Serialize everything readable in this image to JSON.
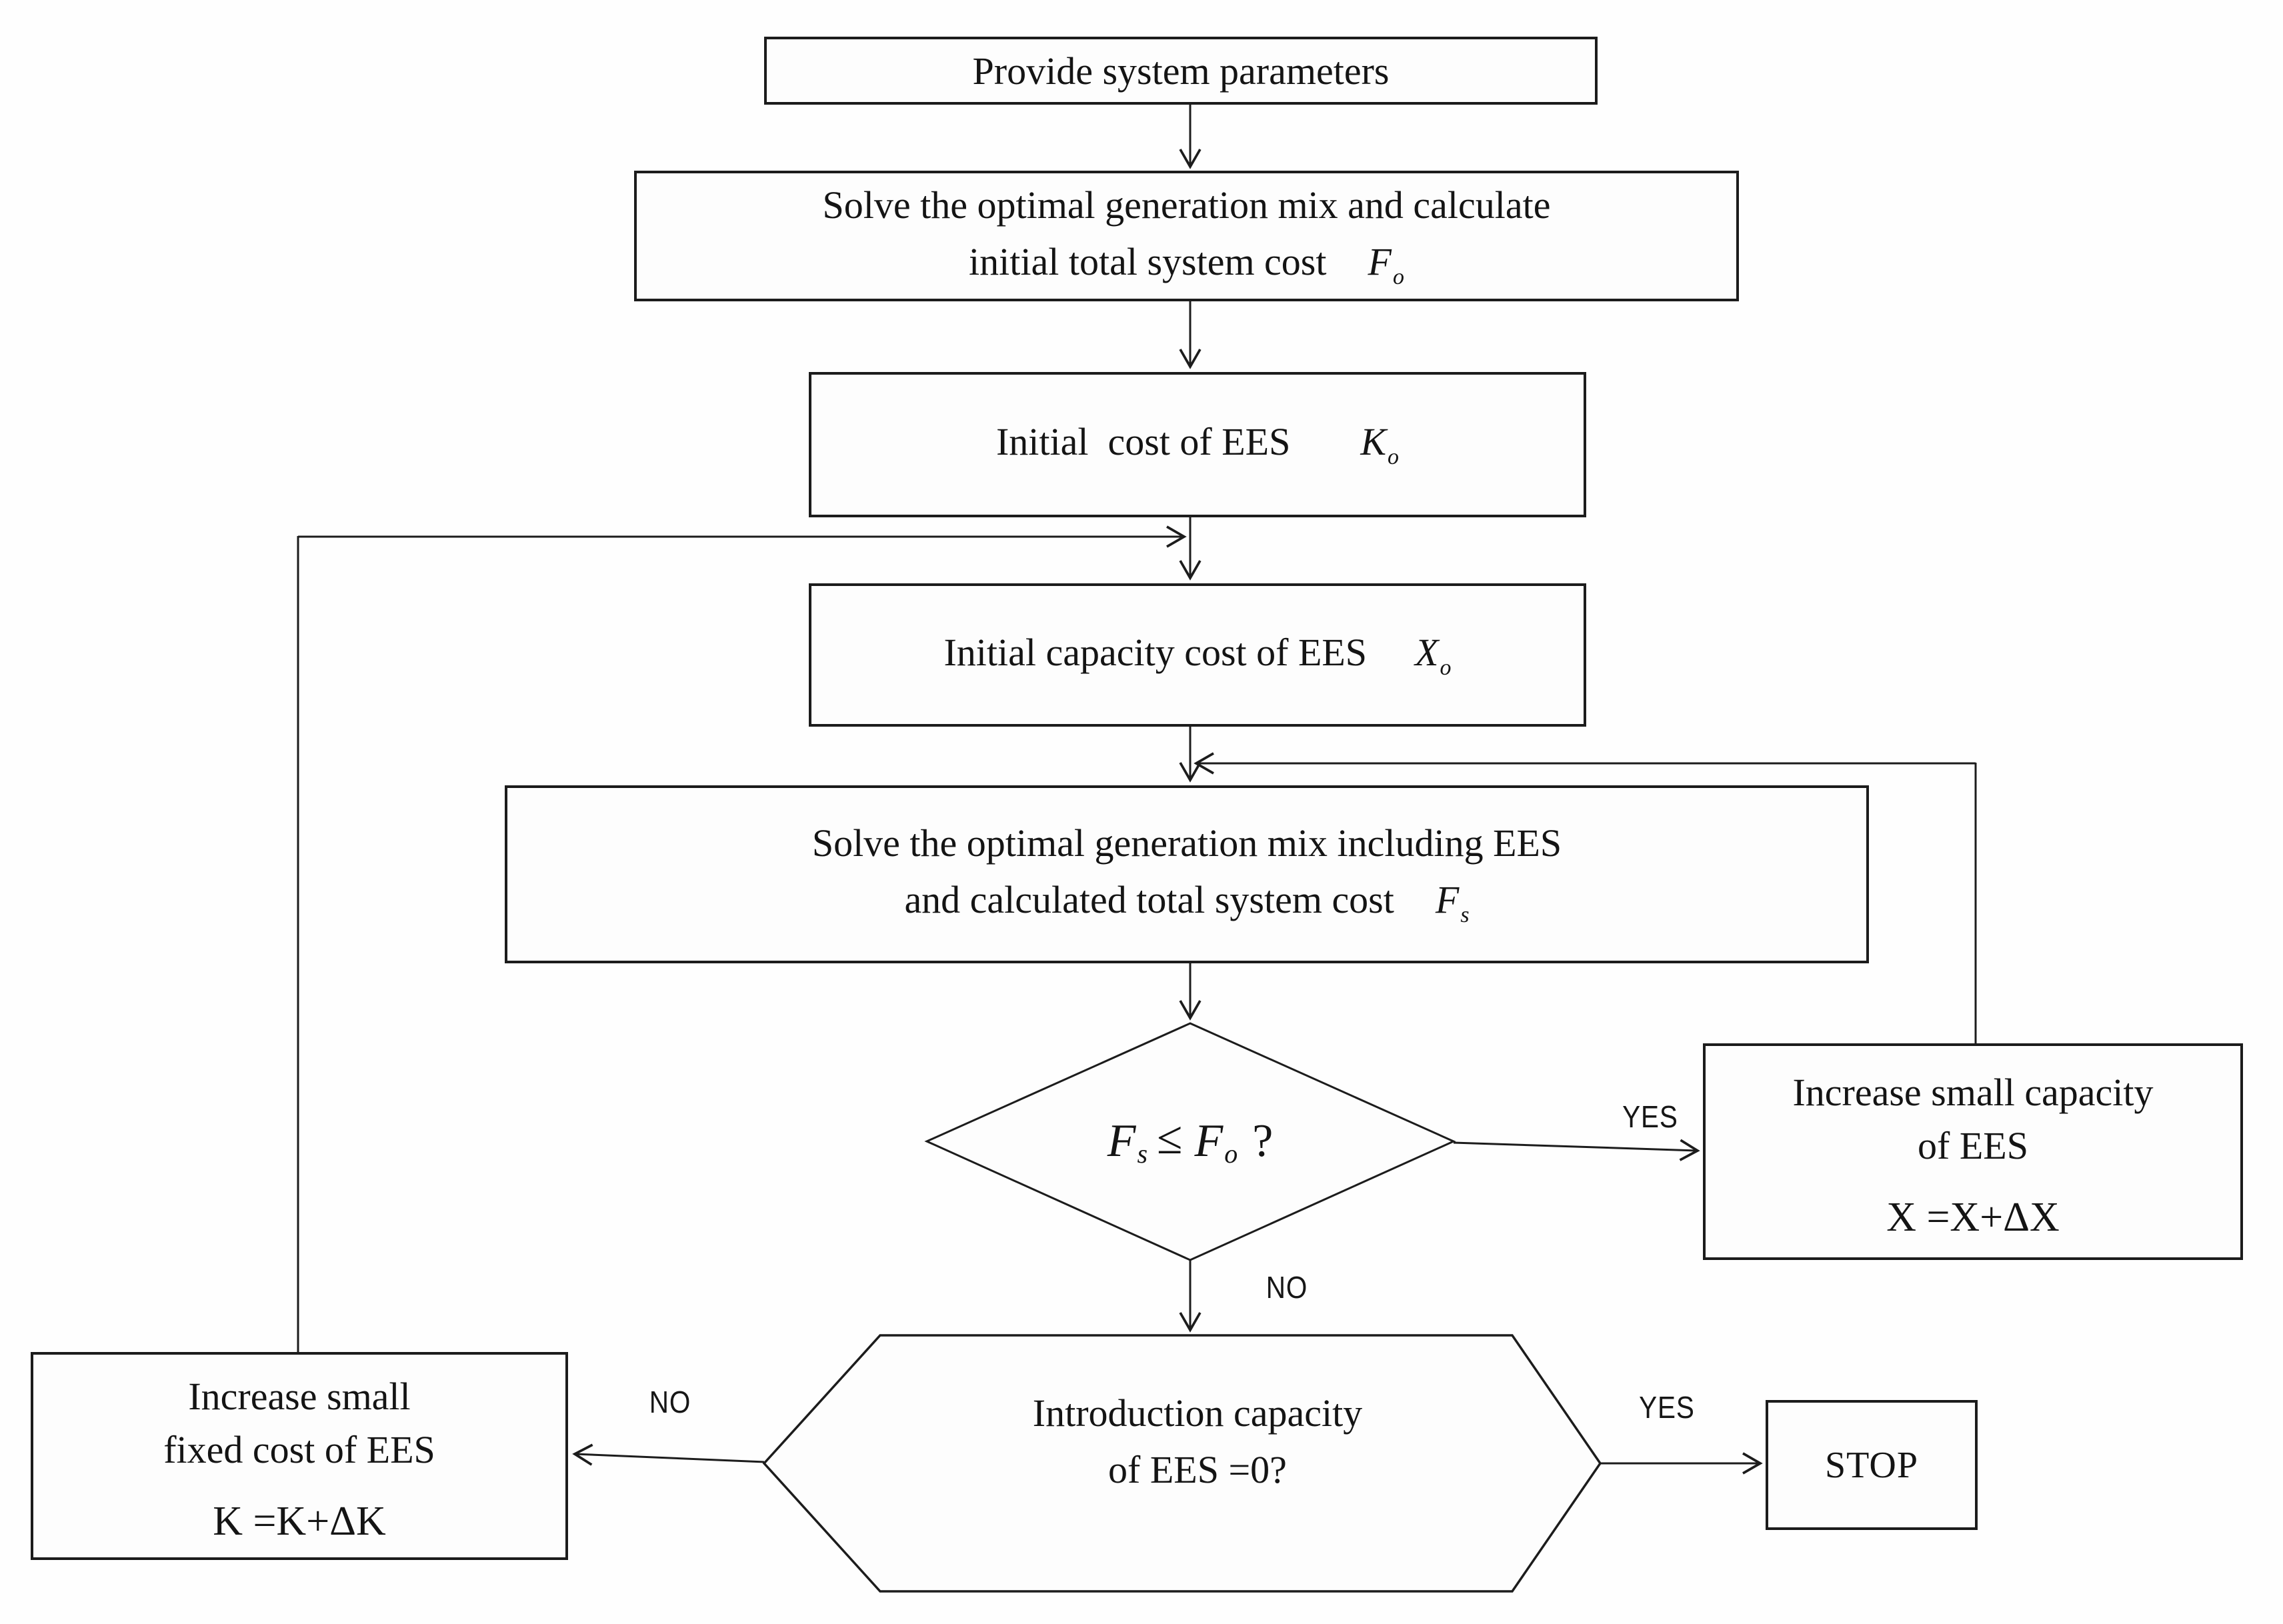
{
  "nodes": {
    "provide_parameters": {
      "text": "Provide system parameters"
    },
    "solve_initial": {
      "line1": "Solve the optimal generation mix and calculate",
      "line2": "initial total system cost",
      "symbol": "F",
      "symbol_sub": "o"
    },
    "initial_cost": {
      "text": "Initial  cost of EES",
      "symbol": "K",
      "symbol_sub": "o"
    },
    "initial_capacity": {
      "text": "Initial capacity cost of EES",
      "symbol": "X",
      "symbol_sub": "o"
    },
    "solve_with_ees": {
      "line1": "Solve the optimal generation mix including EES",
      "line2": "and calculated total system cost",
      "symbol": "F",
      "symbol_sub": "s"
    },
    "decision_cost": {
      "lhs": "F",
      "lhs_sub": "s",
      "operator": "≤",
      "rhs": "F",
      "rhs_sub": "o",
      "question_mark": "?"
    },
    "increase_capacity": {
      "line1": "Increase small capacity",
      "line2": "of EES",
      "formula": "X =X+ΔX"
    },
    "decision_introduction": {
      "line1": "Introduction capacity",
      "line2": "of EES =0?"
    },
    "increase_fixed_cost": {
      "line1": "Increase small",
      "line2": "fixed cost of EES",
      "formula": "K =K+ΔK"
    },
    "stop": {
      "text": "STOP"
    }
  },
  "edge_labels": {
    "decision_yes": "YES",
    "decision_no": "NO",
    "introduction_yes": "YES",
    "introduction_no": "NO"
  },
  "colors": {
    "line": "#1c1c1c",
    "text": "#141414",
    "background": "#fefefe"
  }
}
